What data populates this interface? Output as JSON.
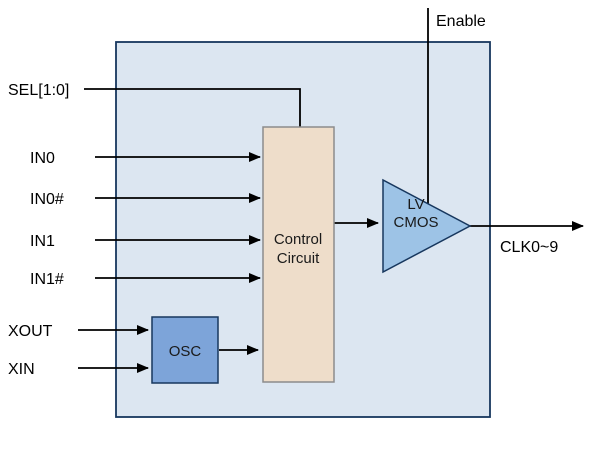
{
  "diagram": {
    "ports": {
      "sel": "SEL[1:0]",
      "enable": "Enable",
      "in0": "IN0",
      "in0_n": "IN0#",
      "in1": "IN1",
      "in1_n": "IN1#",
      "xout": "XOUT",
      "xin": "XIN",
      "clk": "CLK0~9"
    },
    "blocks": {
      "control": {
        "line1": "Control",
        "line2": "Circuit"
      },
      "osc": "OSC",
      "buffer": {
        "line1": "LV",
        "line2": "CMOS"
      }
    },
    "colors": {
      "chip_fill": "#dce6f1",
      "chip_stroke": "#17375e",
      "control_fill": "#eeddca",
      "control_stroke": "#8c8c8c",
      "osc_fill": "#7da4d9",
      "osc_stroke": "#17375e",
      "buffer_fill": "#9dc3e6",
      "buffer_stroke": "#17375e",
      "wire": "#000000",
      "text": "#000000"
    }
  }
}
